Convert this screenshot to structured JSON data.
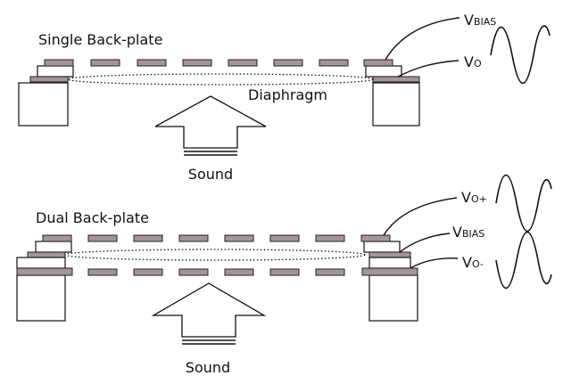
{
  "single": {
    "title": "Single Back-plate",
    "diaphragm_label": "Diaphragm",
    "sound_label": "Sound",
    "vbias": {
      "main": "V",
      "sub": "BIAS"
    },
    "vo": {
      "main": "V",
      "sub": "O"
    }
  },
  "dual": {
    "title": "Dual Back-plate",
    "sound_label": "Sound",
    "vo_plus": {
      "main": "V",
      "sub": "O+"
    },
    "vbias": {
      "main": "V",
      "sub": "BIAS"
    },
    "vo_minus": {
      "main": "V",
      "sub": "O-"
    }
  },
  "colors": {
    "plate_fill": "#a49696",
    "outline": "#111111",
    "background": "#ffffff"
  }
}
